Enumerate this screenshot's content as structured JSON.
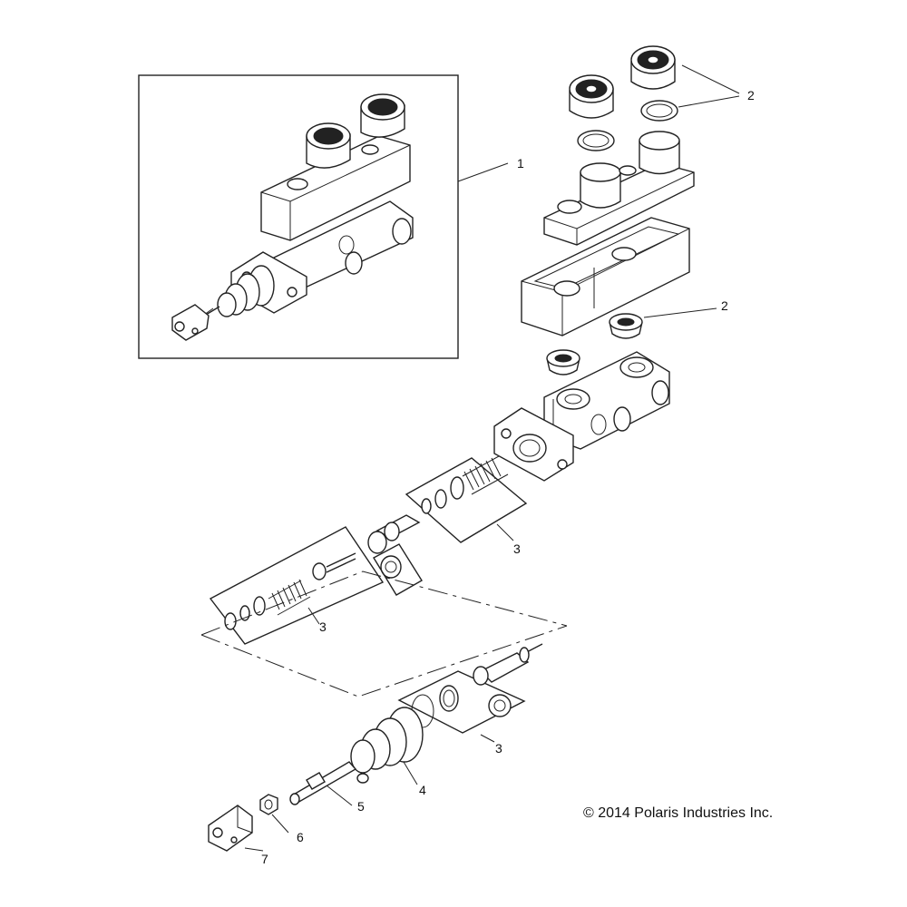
{
  "callouts": [
    {
      "id": "c1a",
      "label": "1"
    },
    {
      "id": "c2a",
      "label": "2"
    },
    {
      "id": "c2b",
      "label": "2"
    },
    {
      "id": "c3a",
      "label": "3"
    },
    {
      "id": "c3b",
      "label": "3"
    },
    {
      "id": "c3c",
      "label": "3"
    },
    {
      "id": "c4",
      "label": "4"
    },
    {
      "id": "c5",
      "label": "5"
    },
    {
      "id": "c6",
      "label": "6"
    },
    {
      "id": "c7",
      "label": "7"
    }
  ],
  "copyright": "© 2014 Polaris Industries Inc."
}
